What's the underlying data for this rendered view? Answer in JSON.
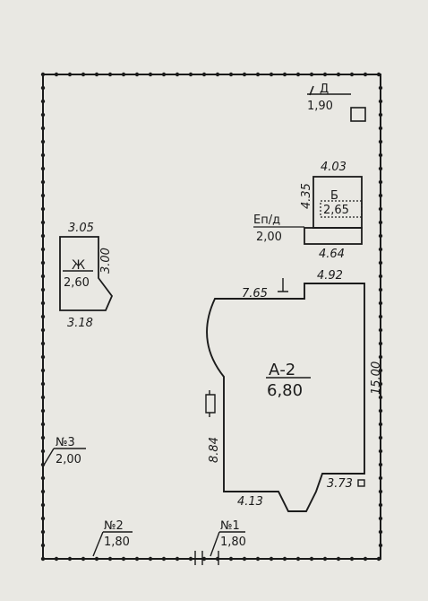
{
  "plot": {
    "boundary_style": "fence",
    "ink_color": "#1b1b1b",
    "paper_color": "#e9e8e3"
  },
  "buildings": {
    "main": {
      "label": "А-2",
      "height": "6,80",
      "dims": {
        "top_left": "7.65",
        "top_right": "4.92",
        "right": "15.00",
        "left": "8.84",
        "bottom": "4.13",
        "bottom_right": "3.73"
      }
    },
    "b": {
      "label": "Б",
      "height": "2,65",
      "dims": {
        "top": "4.03",
        "side": "4.35",
        "bottom": "4.64"
      }
    },
    "porch": {
      "label": "Еп/д",
      "height": "2,00"
    },
    "zh": {
      "label": "Ж",
      "height": "2,60",
      "dims": {
        "top": "3.05",
        "side": "3.00",
        "bottom": "3.18"
      }
    },
    "d": {
      "label": "Д",
      "height": "1,90"
    }
  },
  "markers": [
    {
      "label": "№3",
      "value": "2,00"
    },
    {
      "label": "№2",
      "value": "1,80"
    },
    {
      "label": "№1",
      "value": "1,80"
    }
  ]
}
